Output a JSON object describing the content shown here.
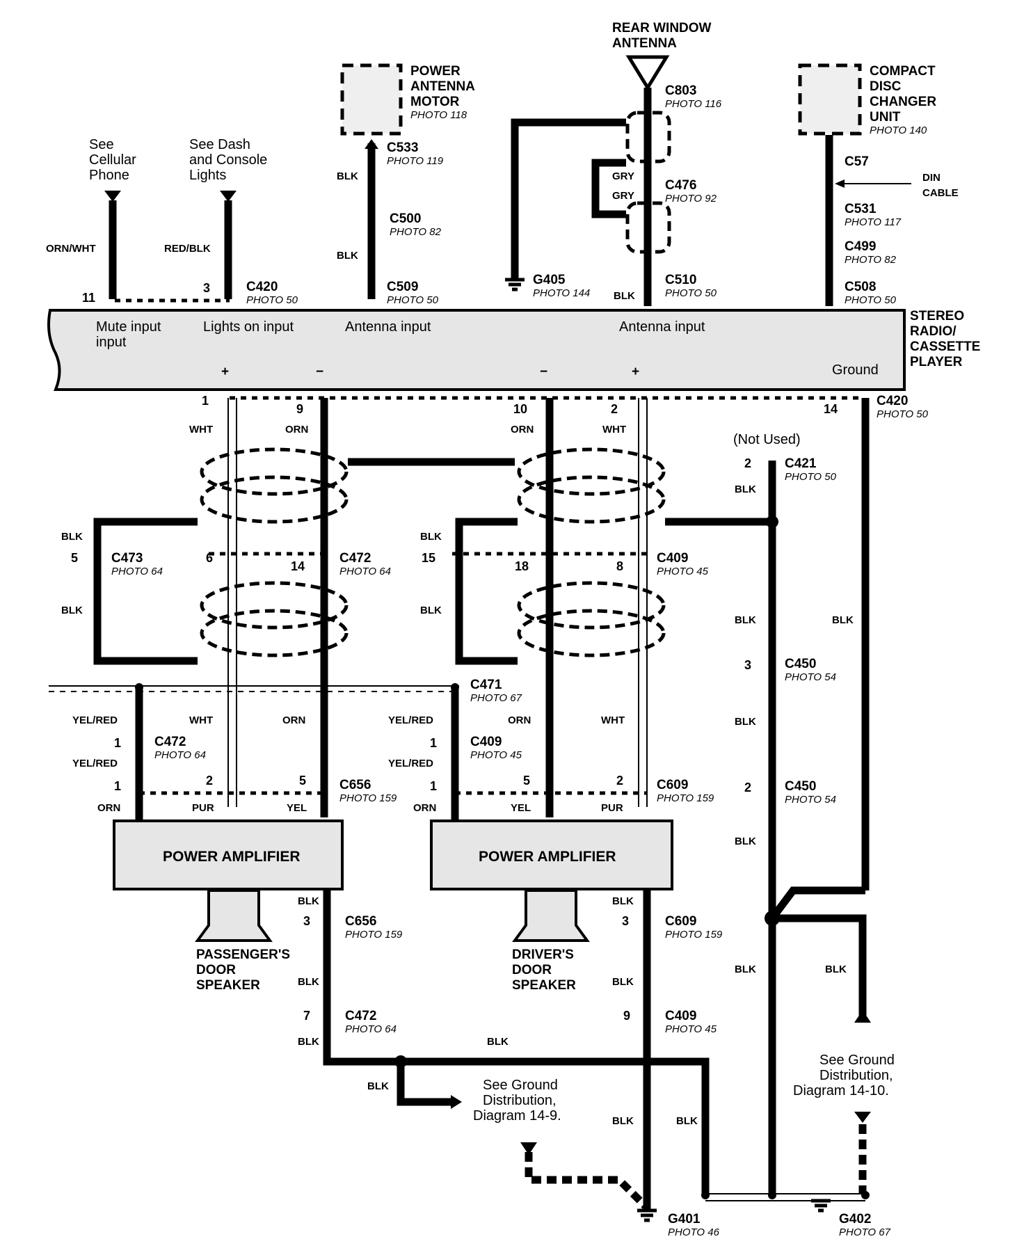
{
  "components": {
    "radio": {
      "name": "STEREO RADIO/ CASSETTE PLAYER",
      "lines": [
        "STEREO",
        "RADIO/",
        "CASSETTE",
        "PLAYER"
      ],
      "inputs": [
        "Mute input",
        "Lights on input",
        "Antenna input",
        "Antenna input",
        "Ground"
      ],
      "pins_signs": [
        "+",
        "−",
        "−",
        "+"
      ]
    },
    "power_antenna_motor": {
      "lines": [
        "POWER",
        "ANTENNA",
        "MOTOR"
      ],
      "photo": "PHOTO 118"
    },
    "rear_window_antenna": {
      "lines": [
        "REAR WINDOW",
        "ANTENNA"
      ]
    },
    "cd_changer": {
      "lines": [
        "COMPACT",
        "DISC",
        "CHANGER",
        "UNIT"
      ],
      "photo": "PHOTO 140"
    },
    "amp_passenger": {
      "label": "POWER AMPLIFIER"
    },
    "amp_driver": {
      "label": "POWER AMPLIFIER"
    },
    "speaker_passenger": {
      "lines": [
        "PASSENGER'S",
        "DOOR",
        "SPEAKER"
      ]
    },
    "speaker_driver": {
      "lines": [
        "DRIVER'S",
        "DOOR",
        "SPEAKER"
      ]
    }
  },
  "references": {
    "cellular": [
      "See",
      "Cellular",
      "Phone"
    ],
    "dash_lights": [
      "See Dash",
      "and Console",
      "Lights"
    ],
    "ground_149": [
      "See Ground",
      "Distribution,",
      "Diagram 14-9."
    ],
    "ground_1410": [
      "See Ground",
      "Distribution,",
      "Diagram 14-10."
    ],
    "din_cable": [
      "DIN",
      "CABLE"
    ],
    "not_used": "(Not Used)"
  },
  "connectors": [
    {
      "id": "C533",
      "photo": "PHOTO 119"
    },
    {
      "id": "C500",
      "photo": "PHOTO 82"
    },
    {
      "id": "C509",
      "photo": "PHOTO 50"
    },
    {
      "id": "C803",
      "photo": "PHOTO 116"
    },
    {
      "id": "C476",
      "photo": "PHOTO 92"
    },
    {
      "id": "C510",
      "photo": "PHOTO 50"
    },
    {
      "id": "C57",
      "photo": ""
    },
    {
      "id": "C531",
      "photo": "PHOTO 117"
    },
    {
      "id": "C499",
      "photo": "PHOTO 82"
    },
    {
      "id": "C508",
      "photo": "PHOTO 50"
    },
    {
      "id": "C420",
      "photo": "PHOTO 50"
    },
    {
      "id": "C420",
      "photo": "PHOTO 50"
    },
    {
      "id": "C421",
      "photo": "PHOTO 50"
    },
    {
      "id": "C473",
      "photo": "PHOTO 64"
    },
    {
      "id": "C472",
      "photo": "PHOTO 64"
    },
    {
      "id": "C409",
      "photo": "PHOTO 45"
    },
    {
      "id": "C450",
      "photo": "PHOTO 54"
    },
    {
      "id": "C450",
      "photo": "PHOTO 54"
    },
    {
      "id": "C471",
      "photo": "PHOTO 67"
    },
    {
      "id": "C472",
      "photo": "PHOTO 64"
    },
    {
      "id": "C409",
      "photo": "PHOTO 45"
    },
    {
      "id": "C656",
      "photo": "PHOTO 159"
    },
    {
      "id": "C609",
      "photo": "PHOTO 159"
    },
    {
      "id": "C656",
      "photo": "PHOTO 159"
    },
    {
      "id": "C609",
      "photo": "PHOTO 159"
    },
    {
      "id": "C472",
      "photo": "PHOTO 64"
    },
    {
      "id": "C409",
      "photo": "PHOTO 45"
    }
  ],
  "grounds": [
    {
      "id": "G405",
      "photo": "PHOTO 144"
    },
    {
      "id": "G401",
      "photo": "PHOTO 46"
    },
    {
      "id": "G402",
      "photo": "PHOTO 67"
    }
  ],
  "wire_colors": [
    "ORN/WHT",
    "RED/BLK",
    "BLK",
    "GRY",
    "WHT",
    "ORN",
    "YEL/RED",
    "PUR",
    "YEL"
  ],
  "pins": [
    "11",
    "3",
    "1",
    "9",
    "10",
    "2",
    "14",
    "5",
    "6",
    "15",
    "18",
    "8",
    "1",
    "2",
    "5",
    "3",
    "7",
    "9"
  ]
}
